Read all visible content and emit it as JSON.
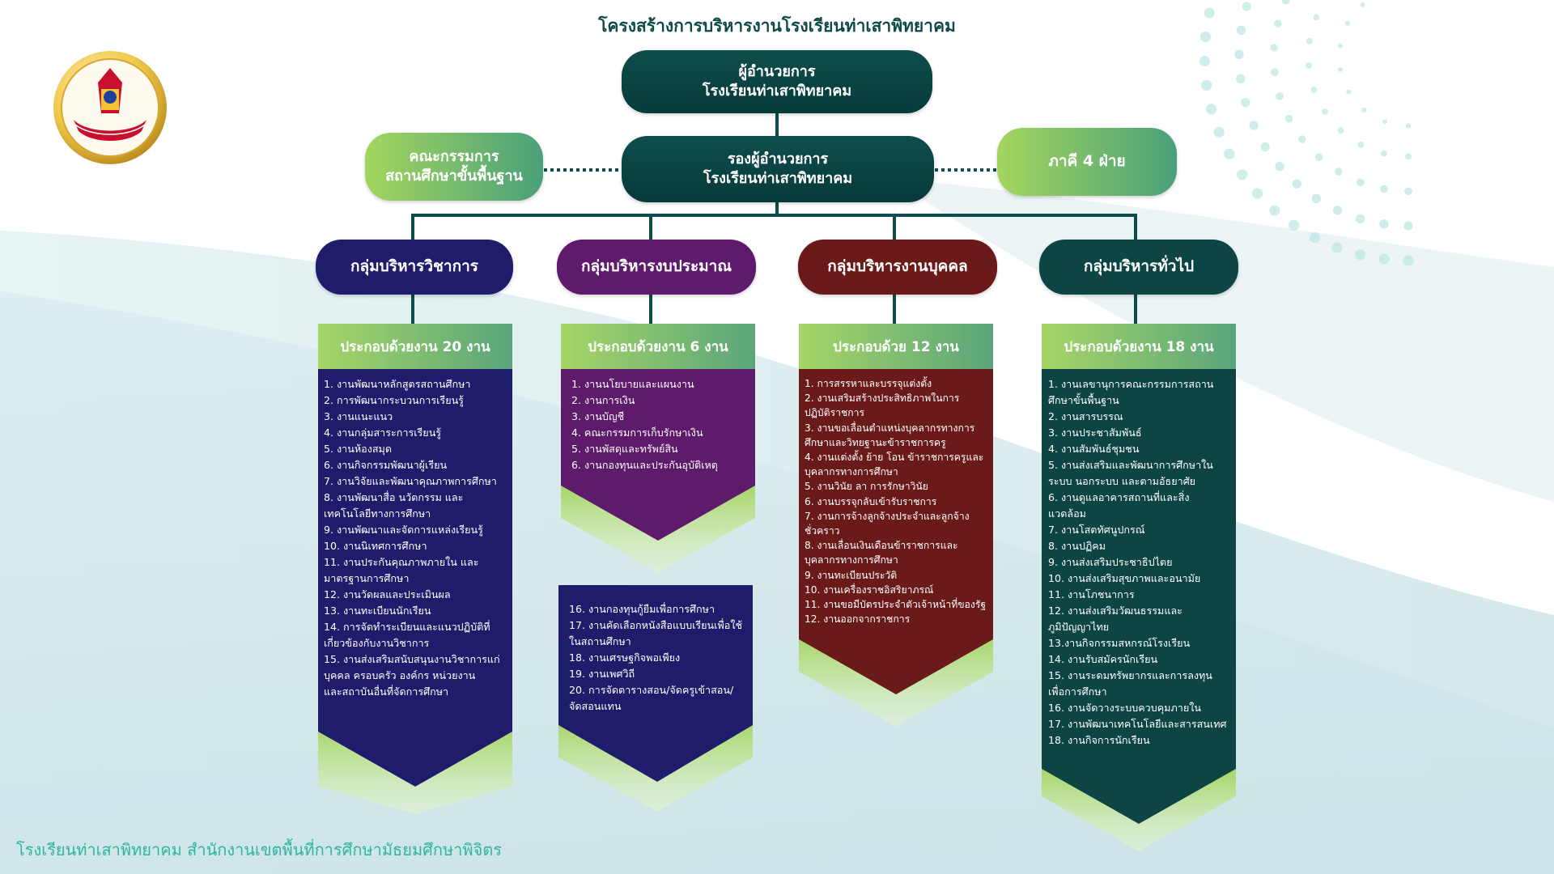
{
  "title": "โครงสร้างการบริหารงานโรงเรียนท่าเสาพิทยาคม",
  "director": [
    "ผู้อำนวยการ",
    "โรงเรียนท่าเสาพิทยาคม"
  ],
  "deputy": [
    "รองผู้อำนวยการ",
    "โรงเรียนท่าเสาพิทยาคม"
  ],
  "committee": [
    "คณะกรรมการ",
    "สถานศึกษาขั้นพื้นฐาน"
  ],
  "partners": "ภาคี 4 ฝ่าย",
  "groups": [
    {
      "name": "กลุ่มบริหารวิชาการ",
      "heading": "ประกอบด้วยงาน 20 งาน",
      "color": "#1f1c6b",
      "items": [
        "1. งานพัฒนาหลักสูตรสถานศึกษา",
        "2. การพัฒนากระบวนการเรียนรู้",
        "3. งานแนะแนว",
        "4. งานกลุ่มสาระการเรียนรู้",
        "5. งานห้องสมุด",
        "6. งานกิจกรรมพัฒนาผู้เรียน",
        "7. งานวิจัยและพัฒนาคุณภาพการศึกษา",
        "8. งานพัฒนาสื่อ นวัตกรรม และ",
        "เทคโนโลยีทางการศึกษา",
        "9. งานพัฒนาและจัดการแหล่งเรียนรู้",
        "10. งานนิเทศการศึกษา",
        "11. งานประกันคุณภาพภายใน และ",
        "มาตรฐานการศึกษา",
        "12. งานวัดผลและประเมินผล",
        "13. งานทะเบียนนักเรียน",
        "14. การจัดทำระเบียนและแนวปฏิบัติที่",
        "เกี่ยวข้องกับงานวิชาการ",
        "15. งานส่งเสริมสนับสนุนงานวิชาการแก่",
        "บุคคล ครอบครัว องค์กร หน่วยงาน",
        "และสถาบันอื่นที่จัดการศึกษา"
      ],
      "items_cont": [
        "16. งานกองทุนกู้ยืมเพื่อการศึกษา",
        "17. งานคัดเลือกหนังสือแบบเรียนเพื่อใช้",
        "ในสถานศึกษา",
        "18. งานเศรษฐกิจพอเพียง",
        "19. งานเพศวิถี",
        "20. การจัดตารางสอน/จัดครูเข้าสอน/",
        "จัดสอนแทน"
      ]
    },
    {
      "name": "กลุ่มบริหารงบประมาณ",
      "heading": "ประกอบด้วยงาน 6 งาน",
      "color": "#5e1b6b",
      "items": [
        "1. งานนโยบายและแผนงาน",
        "2. งานการเงิน",
        "3. งานบัญชี",
        "4. คณะกรรมการเก็บรักษาเงิน",
        "5. งานพัสดุและทรัพย์สิน",
        "6. งานกองทุนและประกันอุบัติเหตุ"
      ]
    },
    {
      "name": "กลุ่มบริหารงานบุคคล",
      "heading": "ประกอบด้วย 12 งาน",
      "color": "#6b1a1a",
      "items": [
        "1. การสรรหาและบรรจุแต่งตั้ง",
        "2. งานเสริมสร้างประสิทธิภาพในการ",
        "ปฏิบัติราชการ",
        "3. งานขอเลื่อนตำแหน่งบุคลากรทางการ",
        "ศึกษาและวิทยฐานะข้าราชการครู",
        "4. งานแต่งตั้ง ย้าย โอน ข้าราชการครูและ",
        "บุคลากรทางการศึกษา",
        "5. งานวินัย ลา การรักษาวินัย",
        "6. งานบรรจุกลับเข้ารับราชการ",
        "7. งานการจ้างลูกจ้างประจำและลูกจ้าง",
        "ชั่วคราว",
        "8. งานเลื่อนเงินเดือนข้าราชการและ",
        "บุคลากรทางการศึกษา",
        "9. งานทะเบียนประวัติ",
        "10. งานเครื่องราชอิสริยาภรณ์",
        "11. งานขอมีบัตรประจำตัวเจ้าหน้าที่ของรัฐ",
        "12. งานออกจากราชการ"
      ]
    },
    {
      "name": "กลุ่มบริหารทั่วไป",
      "heading": "ประกอบด้วยงาน 18 งาน",
      "color": "#0d4444",
      "items": [
        "1. งานเลขานุการคณะกรรมการสถาน",
        "ศึกษาขั้นพื้นฐาน",
        "2. งานสารบรรณ",
        "3. งานประชาสัมพันธ์",
        "4. งานสัมพันธ์ชุมชน",
        "5. งานส่งเสริมและพัฒนาการศึกษาใน",
        "ระบบ นอกระบบ และตามอัธยาศัย",
        "6. งานดูแลอาคารสถานที่และสิ่ง",
        "แวดล้อม",
        "7. งานโสตทัศนูปกรณ์",
        "8. งานปฏิคม",
        "9. งานส่งเสริมประชาธิปไตย",
        "10. งานส่งเสริมสุขภาพและอนามัย",
        "11. งานโภชนาการ",
        "12. งานส่งเสริมวัฒนธรรมและ",
        "ภูมิปัญญาไทย",
        "13.งานกิจกรรมสหกรณ์โรงเรียน",
        "14. งานรับสมัครนักเรียน",
        "15. งานระดมทรัพยากรและการลงทุน",
        "เพื่อการศึกษา",
        "16. งานจัดวางระบบควบคุมภายใน",
        "17. งานพัฒนาเทคโนโลยีและสารสนเทศ",
        "18. งานกิจการนักเรียน"
      ]
    }
  ],
  "footer": "โรงเรียนท่าเสาพิทยาคม สำนักงานเขตพื้นที่การศึกษามัธยมศึกษาพิจิตร",
  "logo_icon": "school-emblem-icon",
  "colors": {
    "dark_teal": "#0e4d4d",
    "light_green": "#a4d65e",
    "footer_text": "#2fb5a0"
  }
}
